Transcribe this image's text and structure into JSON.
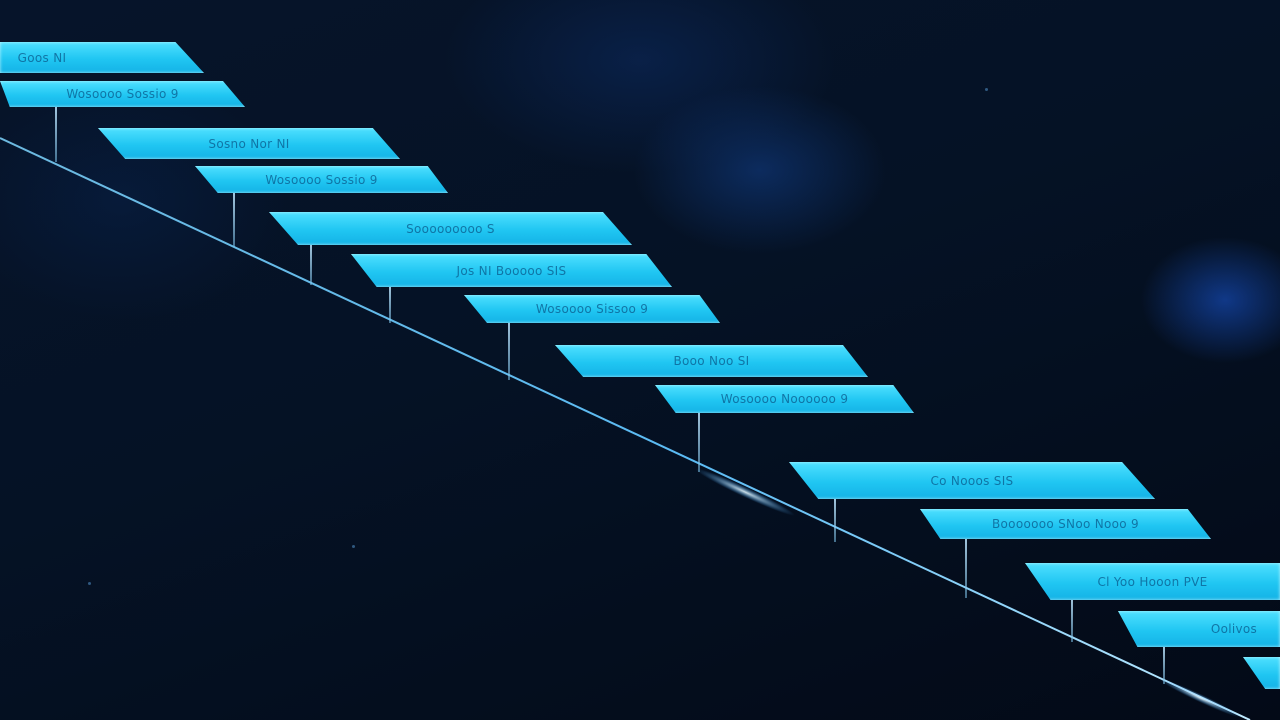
{
  "scene": {
    "description_free": true,
    "colors": {
      "background": "#040d1c",
      "panel": "#20c6f2",
      "panel_text": "#0a5a8c",
      "line": "#58c8ff"
    }
  },
  "panels": [
    {
      "label": "Goos NI"
    },
    {
      "label": "Wosoooo Sossio 9"
    },
    {
      "label": "Sosno Nor NI"
    },
    {
      "label": "Wosoooo Sossio 9"
    },
    {
      "label": "Sooooooooo S"
    },
    {
      "label": "Jos NI Booooo SIS"
    },
    {
      "label": "Wosoooo Sissoo 9"
    },
    {
      "label": "Booo Noo SI"
    },
    {
      "label": "Wosoooo Noooooo 9"
    },
    {
      "label": "Co Nooos SIS"
    },
    {
      "label": "Booooooo SNoo Nooo 9"
    },
    {
      "label": "Cl Yoo Hooon PVE"
    },
    {
      "label": "Oolivos"
    },
    {
      "label": ""
    }
  ]
}
